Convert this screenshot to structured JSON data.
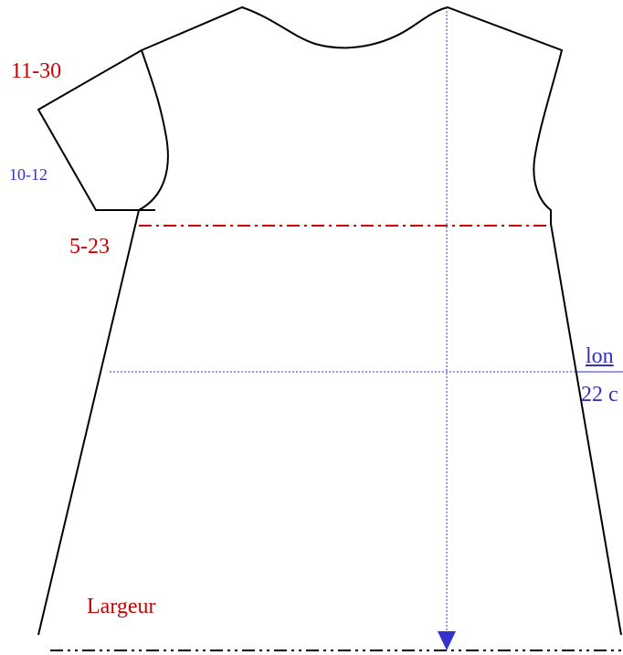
{
  "labels": {
    "shoulder": "11-30",
    "sleeve": "10-12",
    "armhole": "5-23",
    "length_top": "lon",
    "length_bottom": "22 c",
    "width": "Largeur"
  },
  "colors": {
    "outline": "#000000",
    "red": "#cc0000",
    "blue": "#3333bb"
  }
}
